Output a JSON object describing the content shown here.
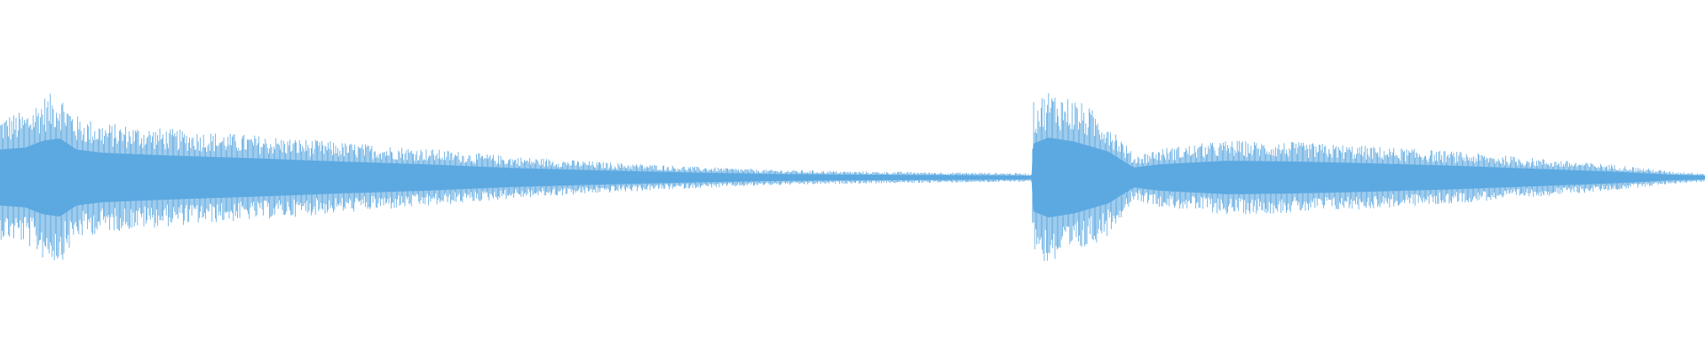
{
  "waveform": {
    "color": "#5DA9E1",
    "background": "#FFFFFF",
    "segments": [
      {
        "name": "first-note",
        "start_fraction": 0.0,
        "end_fraction": 0.605,
        "envelope": [
          [
            0.0,
            0.7
          ],
          [
            0.015,
            0.75
          ],
          [
            0.025,
            0.92
          ],
          [
            0.035,
            0.98
          ],
          [
            0.045,
            0.7
          ],
          [
            0.06,
            0.62
          ],
          [
            0.1,
            0.55
          ],
          [
            0.15,
            0.48
          ],
          [
            0.2,
            0.4
          ],
          [
            0.25,
            0.33
          ],
          [
            0.3,
            0.24
          ],
          [
            0.35,
            0.18
          ],
          [
            0.4,
            0.13
          ],
          [
            0.45,
            0.09
          ],
          [
            0.5,
            0.07
          ],
          [
            0.55,
            0.06
          ],
          [
            0.6,
            0.05
          ],
          [
            0.605,
            0.04
          ]
        ]
      },
      {
        "name": "second-note",
        "start_fraction": 0.605,
        "end_fraction": 1.0,
        "envelope": [
          [
            0.605,
            0.05
          ],
          [
            0.606,
            0.85
          ],
          [
            0.615,
            1.0
          ],
          [
            0.63,
            0.9
          ],
          [
            0.65,
            0.65
          ],
          [
            0.665,
            0.25
          ],
          [
            0.68,
            0.33
          ],
          [
            0.72,
            0.42
          ],
          [
            0.76,
            0.4
          ],
          [
            0.8,
            0.36
          ],
          [
            0.85,
            0.3
          ],
          [
            0.9,
            0.22
          ],
          [
            0.95,
            0.14
          ],
          [
            0.98,
            0.07
          ],
          [
            1.0,
            0.05
          ]
        ]
      }
    ]
  }
}
